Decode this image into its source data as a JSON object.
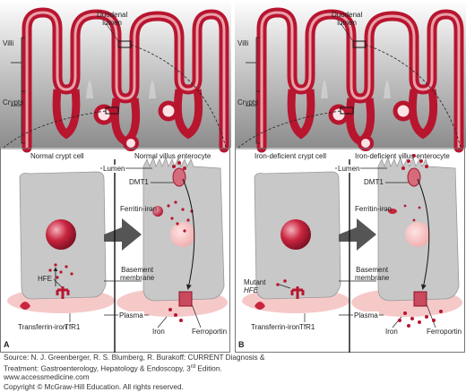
{
  "panel_a": {
    "letter": "A",
    "duodenal_lumen": "Duodenal\nlumen",
    "villi": "Villi",
    "crypts": "Crypts",
    "crypt_cell": "Normal crypt cell",
    "villus_cell": "Normal villus enterocyte",
    "lumen": "Lumen",
    "dmt1": "DMT1",
    "ferritin_iron": "Ferritin-iron",
    "basement_membrane": "Basement\nmembrane",
    "hfe": "HFE",
    "plasma": "Plasma",
    "transferrin_iron": "Transferrin-iron",
    "tfr1": "TfR1",
    "iron": "Iron",
    "ferroportin": "Ferroportin"
  },
  "panel_b": {
    "letter": "B",
    "duodenal_lumen": "Duodenal\nlumen",
    "villi": "Villi",
    "crypts": "Crypts",
    "crypt_cell": "Iron-deficient crypt cell",
    "villus_cell": "Iron-deficient villus enterocyte",
    "lumen": "Lumen",
    "dmt1": "DMT1",
    "ferritin_iron": "Ferritin-iron",
    "basement_membrane": "Basement\nmembrane",
    "mutant": "Mutant",
    "hfe": "HFE",
    "plasma": "Plasma",
    "transferrin_iron": "Transferrin-iron",
    "tfr1": "TfR1",
    "iron": "Iron",
    "ferroportin": "Ferroportin"
  },
  "footer": {
    "line1": "Source: N. J. Greenberger, R. S. Blumberg, R. Burakoff: CURRENT Diagnosis &",
    "line2_pre": "Treatment: Gastroenterology, Hepatology & Endoscopy, 3",
    "line2_sup": "rd",
    "line2_post": " Edition.",
    "line3": "www.accessmedicine.com",
    "line4": "Copyright © McGraw-Hill Education.  All rights reserved."
  }
}
